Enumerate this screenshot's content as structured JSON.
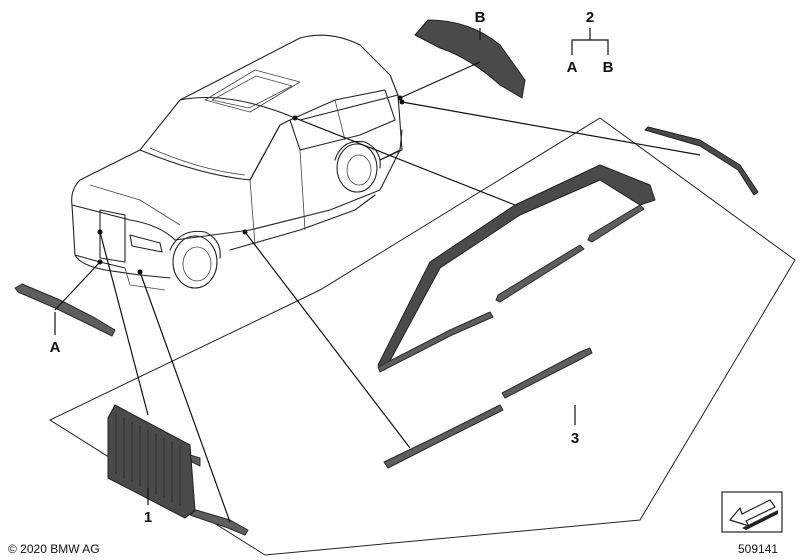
{
  "labels": {
    "part_1": "1",
    "part_2": "2",
    "part_2a": "A",
    "part_2b": "B",
    "part_3": "3",
    "ref_a": "A",
    "ref_b": "B"
  },
  "footer": {
    "copyright": "© 2020 BMW AG",
    "diagram_number": "509141"
  },
  "icons": {
    "nav": "arrow-nav-icon"
  }
}
